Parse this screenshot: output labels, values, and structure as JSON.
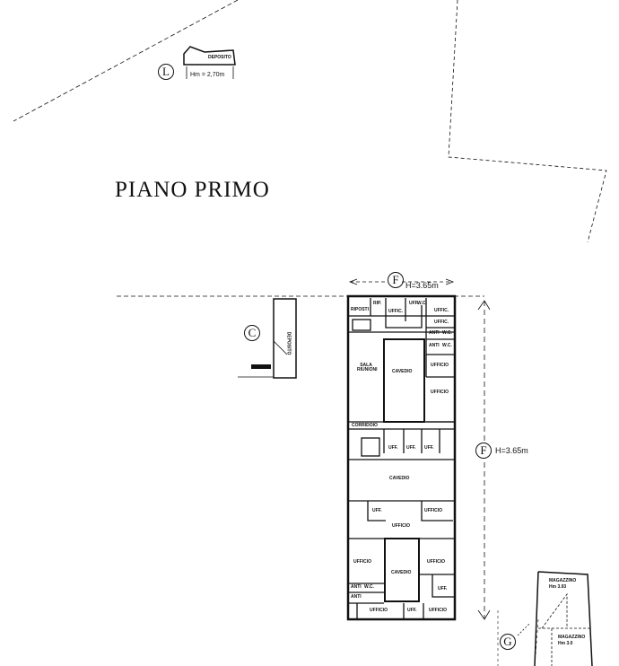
{
  "title": "PIANO PRIMO",
  "markers": {
    "L": "L",
    "C": "C",
    "F": "F",
    "G": "G"
  },
  "heights": {
    "L": "Hm = 2,70m",
    "F_top": "H=3.65m",
    "F_right": "H=3.65m",
    "G1": "Hm 3.93",
    "G2": "Hm 3.0"
  },
  "rooms": {
    "deposito_L": "DEPOSITO",
    "deposito_C": "DEPOSITO",
    "ripostiglio": "RIPOSTI",
    "rip": "RIP.",
    "uff_top1": "UFFIC.",
    "uff_top2": "UFF.",
    "wc_top": "W.C.",
    "uff_r1": "UFFIC.",
    "uff_r2": "UFFIC.",
    "anti1": "ANTI",
    "wc1": "W.C.",
    "anti2": "ANTI",
    "wc2": "W.C.",
    "sala": "SALA RIUNIONI",
    "cavedio1": "CAVEDIO",
    "ufficio_r3": "UFFICIO",
    "ufficio_r4": "UFFICIO",
    "corridoio": "CORRIDOIO",
    "uff_m1": "UFF.",
    "uff_m2": "UFF.",
    "uff_m3": "UFF.",
    "cavedio2": "CAVEDIO",
    "uff_m4": "UFF.",
    "ufficio_m5": "UFFICIO",
    "ufficio_m6": "UFFICIO",
    "ufficio_b1": "UFFICIO",
    "cavedio3": "CAVEDIO",
    "ufficio_b2": "UFFICIO",
    "anti3": "ANTI",
    "wc3": "W.C.",
    "anti4": "ANTI",
    "uff_b3": "UFF.",
    "ufficio_b4": "UFFICIO",
    "uff_b5": "UFF.",
    "ufficio_b6": "UFFICIO",
    "magazzino1": "MAGAZZINO",
    "magazzino2": "MAGAZZINO"
  }
}
